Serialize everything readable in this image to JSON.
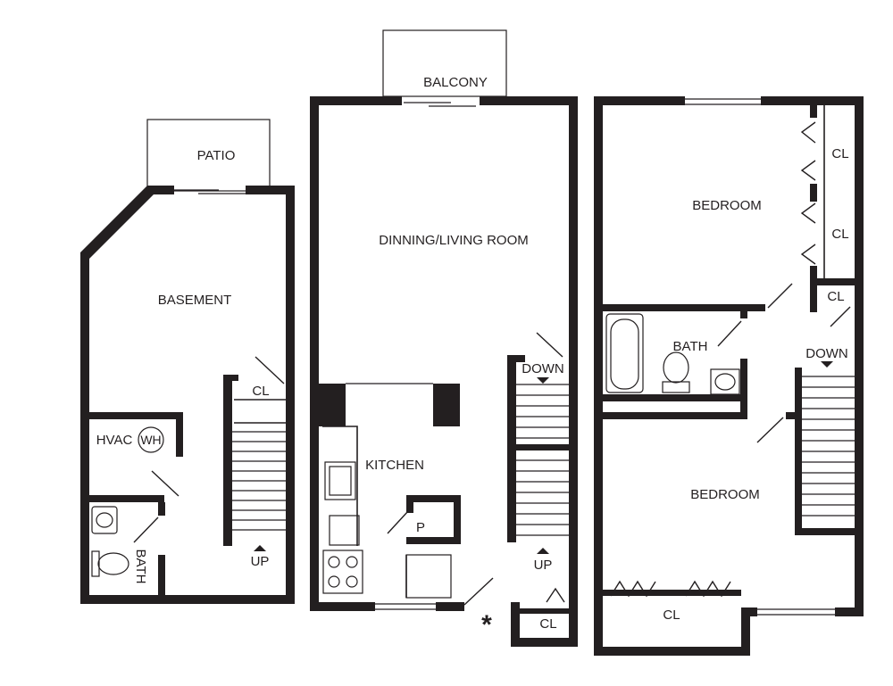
{
  "labels": {
    "patio": "PATIO",
    "basement": "BASEMENT",
    "cl": "CL",
    "hvac": "HVAC",
    "wh": "WH",
    "bath": "BATH",
    "up": "UP",
    "balcony": "BALCONY",
    "living": "DINNING/LIVING ROOM",
    "kitchen": "KITCHEN",
    "pantry": "P",
    "down": "DOWN",
    "asterisk": "*",
    "bedroom": "BEDROOM"
  }
}
